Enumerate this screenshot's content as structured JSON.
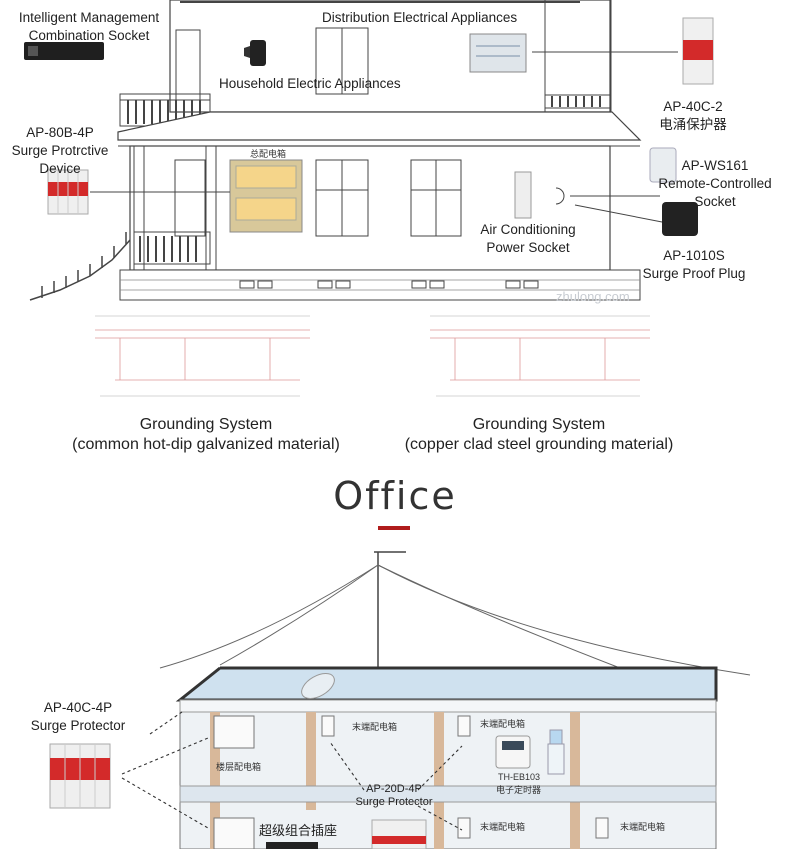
{
  "house": {
    "labels": {
      "smart_socket": [
        "Intelligent Management",
        "Combination Socket"
      ],
      "distribution": "Distribution Electrical Appliances",
      "household": "Household Electric Appliances",
      "ap40c2_code": "AP-40C-2",
      "ap40c2_name": "电涌保护器",
      "ap80b": [
        "AP-80B-4P",
        "Surge Protrctive",
        "Device"
      ],
      "apws161": [
        "AP-WS161",
        "Remote-Controlled",
        "Socket"
      ],
      "aircon": [
        "Air Conditioning",
        "Power Socket"
      ],
      "ap1010s": [
        "AP-1010S",
        "Surge Proof Plug"
      ],
      "watermark": "zhulong.com",
      "panel_caption": "总配电箱"
    },
    "grounding": [
      {
        "title": "Grounding System",
        "subtitle": "(common hot-dip galvanized material)"
      },
      {
        "title": "Grounding System",
        "subtitle": "(copper clad steel grounding material)"
      }
    ]
  },
  "section_title": "Office",
  "office": {
    "ap40c4p": [
      "AP-40C-4P",
      "Surge Protector"
    ],
    "ap20d4p": [
      "AP-20D-4P",
      "Surge Protector"
    ],
    "panel_labels": [
      "末端配电箱",
      "末端配电箱",
      "末端配电箱",
      "末端配电箱"
    ],
    "floor_panel": "楼层配电箱",
    "combo_socket": "超级组合插座",
    "timer_code": "TH-EB103",
    "timer_name": "电子定时器"
  },
  "colors": {
    "accent": "#b01c1c",
    "line": "#333333"
  }
}
